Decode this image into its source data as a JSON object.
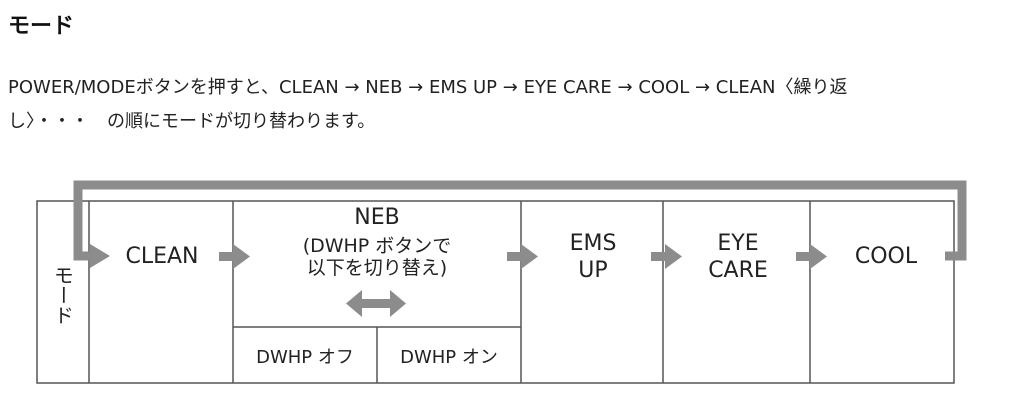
{
  "heading": "モード",
  "paragraph": {
    "line1": "POWER/MODEボタンを押すと、CLEAN → NEB → EMS UP → EYE CARE → COOL → CLEAN〈繰り返",
    "line2": "し〉・・・　の順にモードが切り替わります。"
  },
  "diagram": {
    "row_label": "モード",
    "modes": {
      "clean": "CLEAN",
      "neb_title": "NEB",
      "neb_sub": "(DWHP ボタンで\n以下を切り替え)",
      "ems_up": "EMS\nUP",
      "eye_care": "EYE\nCARE",
      "cool": "COOL"
    },
    "sub_options": {
      "dwhp_off": "DWHP オフ",
      "dwhp_on": "DWHP オン"
    },
    "colors": {
      "arrow": "#8c8c8c",
      "border": "#555555"
    }
  }
}
